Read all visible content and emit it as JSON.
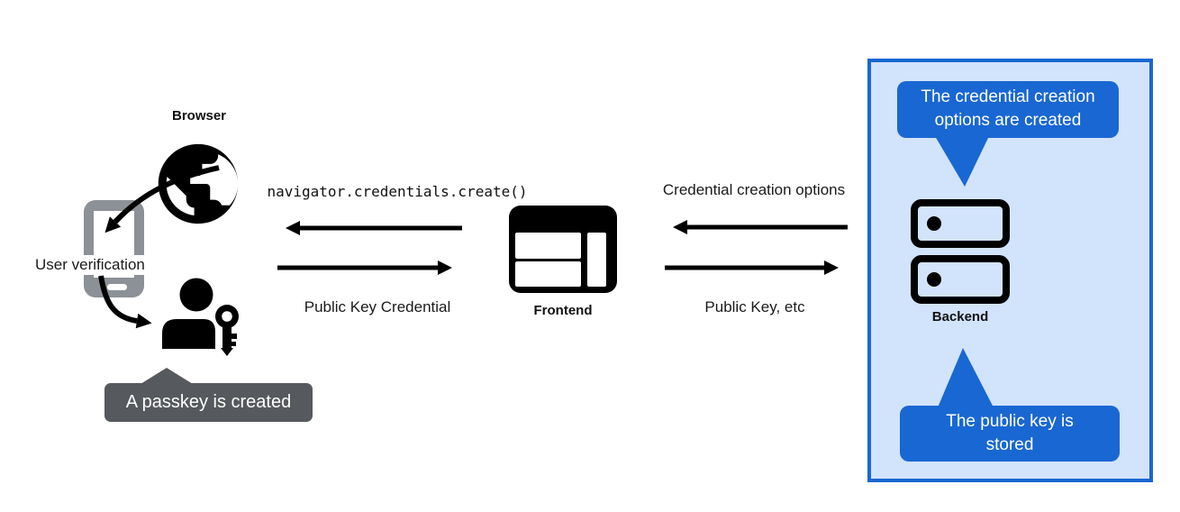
{
  "nodes": {
    "browser": {
      "label": "Browser",
      "icon": "globe-icon"
    },
    "device": {
      "label": "User verification",
      "icon": "smartphone-icon"
    },
    "passkey": {
      "icon": "person-key-icon",
      "tooltip": "A passkey is created"
    },
    "frontend": {
      "label": "Frontend",
      "icon": "browser-window-icon"
    },
    "backend": {
      "label": "Backend",
      "icon": "server-stack-icon"
    }
  },
  "messages": {
    "to_browser": "navigator.credentials.create()",
    "from_browser": "Public Key Credential",
    "to_frontend": "Credential creation options",
    "from_frontend": "Public Key, etc"
  },
  "callouts": {
    "top": {
      "lines": [
        "The credential creation",
        "options are created"
      ]
    },
    "bottom": {
      "lines": [
        "The public key is",
        "stored"
      ]
    }
  },
  "colors": {
    "accent_blue": "#1967d2",
    "panel_bg": "#d2e3fc",
    "tooltip_gray": "#56595d",
    "phone_gray": "#8b9197",
    "icon_black": "#000000"
  }
}
